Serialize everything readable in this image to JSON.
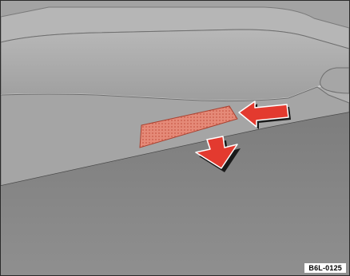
{
  "illustration": {
    "figure_code": "B6L-0125",
    "callouts": [
      "red-arrow-pointing-left",
      "red-arrow-pointing-down"
    ],
    "colors": {
      "panel_light": "#b4b4b4",
      "panel_mid": "#9a9a9a",
      "floor": "#8c8c8c",
      "reflector": "#e07a6a",
      "arrow_red": "#e33a2f",
      "arrow_shadow": "#1a1a1a"
    }
  }
}
